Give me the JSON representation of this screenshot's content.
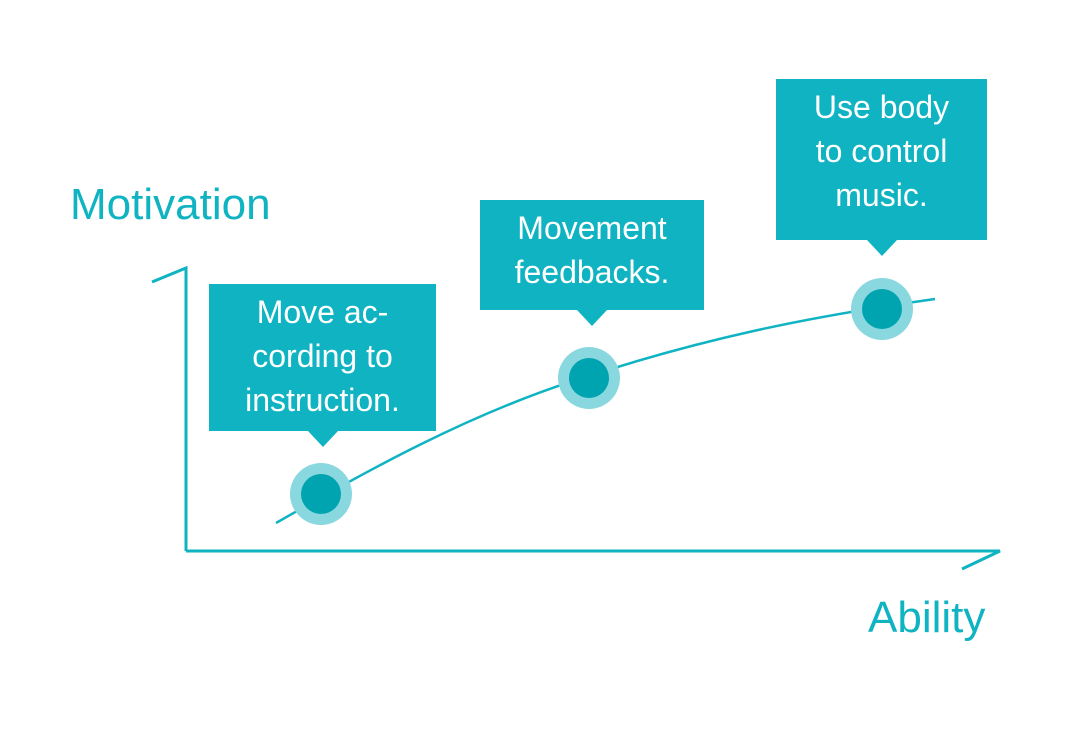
{
  "axes": {
    "y_title": "Motivation",
    "x_title": "Ability"
  },
  "colors": {
    "accent": "#0fb3c2",
    "point_fill": "#00a3b0",
    "point_halo": "#8ad8df",
    "text_on_accent": "#ffffff"
  },
  "callouts": [
    {
      "lines": [
        "Move ac-",
        "cording to",
        "instruction."
      ]
    },
    {
      "lines": [
        "Movement",
        "feedbacks."
      ]
    },
    {
      "lines": [
        "Use body",
        "to control",
        "music."
      ]
    }
  ]
}
